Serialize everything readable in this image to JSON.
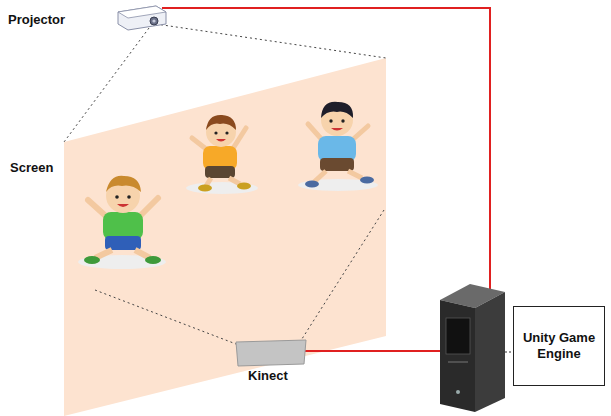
{
  "diagram": {
    "nodes": [
      {
        "text": [
          "Projector"
        ]
      },
      {
        "text": [
          "Screen"
        ]
      },
      {
        "text": [
          "Kinect"
        ]
      },
      {
        "text": [
          "Unity Game Engine"
        ]
      }
    ]
  }
}
